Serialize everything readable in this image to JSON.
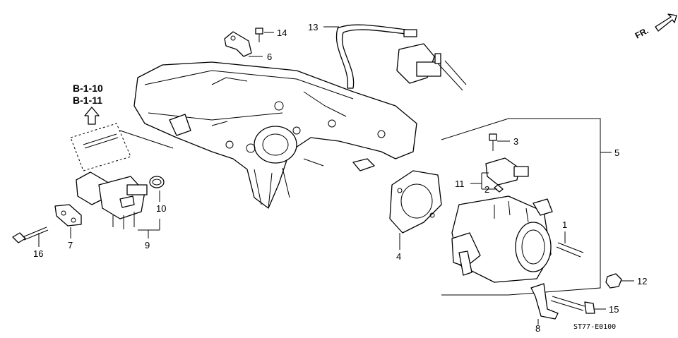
{
  "callouts": [
    {
      "id": "c1",
      "text": "1"
    },
    {
      "id": "c2",
      "text": "2"
    },
    {
      "id": "c3",
      "text": "3"
    },
    {
      "id": "c4",
      "text": "4"
    },
    {
      "id": "c5",
      "text": "5"
    },
    {
      "id": "c6",
      "text": "6"
    },
    {
      "id": "c7",
      "text": "7"
    },
    {
      "id": "c8",
      "text": "8"
    },
    {
      "id": "c9",
      "text": "9"
    },
    {
      "id": "c10",
      "text": "10"
    },
    {
      "id": "c11",
      "text": "11"
    },
    {
      "id": "c12",
      "text": "12"
    },
    {
      "id": "c13",
      "text": "13"
    },
    {
      "id": "c14",
      "text": "14"
    },
    {
      "id": "c15",
      "text": "15"
    },
    {
      "id": "c16",
      "text": "16"
    }
  ],
  "references": [
    "B-1-10",
    "B-1-11"
  ],
  "direction_label": "FR.",
  "diagram_code": "ST77-E0100"
}
